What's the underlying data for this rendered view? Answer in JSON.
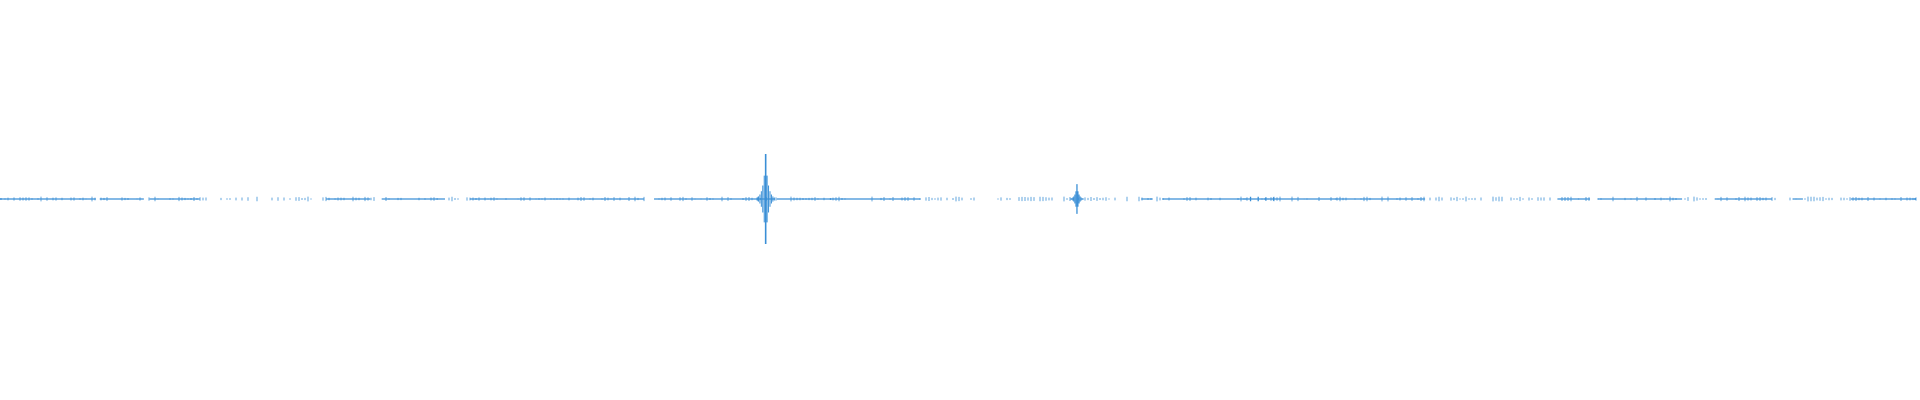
{
  "chart_data": {
    "type": "line",
    "title": "",
    "xlabel": "",
    "ylabel": "",
    "grid": false,
    "legend": "none",
    "xlim": [
      0,
      1
    ],
    "ylim": [
      -1,
      1
    ],
    "color": "#3a8fd6",
    "baseline_segments": [
      [
        0.0,
        0.05
      ],
      [
        0.052,
        0.075
      ],
      [
        0.078,
        0.104
      ],
      [
        0.17,
        0.193
      ],
      [
        0.199,
        0.232
      ],
      [
        0.245,
        0.336
      ],
      [
        0.341,
        0.404
      ],
      [
        0.405,
        0.48
      ],
      [
        0.595,
        0.601
      ],
      [
        0.606,
        0.65
      ],
      [
        0.648,
        0.697
      ],
      [
        0.696,
        0.743
      ],
      [
        0.812,
        0.829
      ],
      [
        0.833,
        0.877
      ],
      [
        0.894,
        0.924
      ],
      [
        0.935,
        0.94
      ],
      [
        0.965,
        0.999
      ]
    ],
    "envelope": [
      {
        "x": 0.0005,
        "amp": 0.02
      },
      {
        "x": 0.175,
        "amp": 0.012
      },
      {
        "x": 0.228,
        "amp": 0.015
      },
      {
        "x": 0.3992,
        "amp": 1.0
      },
      {
        "x": 0.433,
        "amp": 0.02
      },
      {
        "x": 0.5615,
        "amp": 0.33
      },
      {
        "x": 0.652,
        "amp": 0.05
      },
      {
        "x": 0.656,
        "amp": 0.05
      },
      {
        "x": 0.66,
        "amp": 0.04
      },
      {
        "x": 0.664,
        "amp": 0.04
      },
      {
        "x": 0.68,
        "amp": 0.012
      },
      {
        "x": 0.823,
        "amp": 0.015
      },
      {
        "x": 0.9985,
        "amp": 0.02
      }
    ]
  }
}
